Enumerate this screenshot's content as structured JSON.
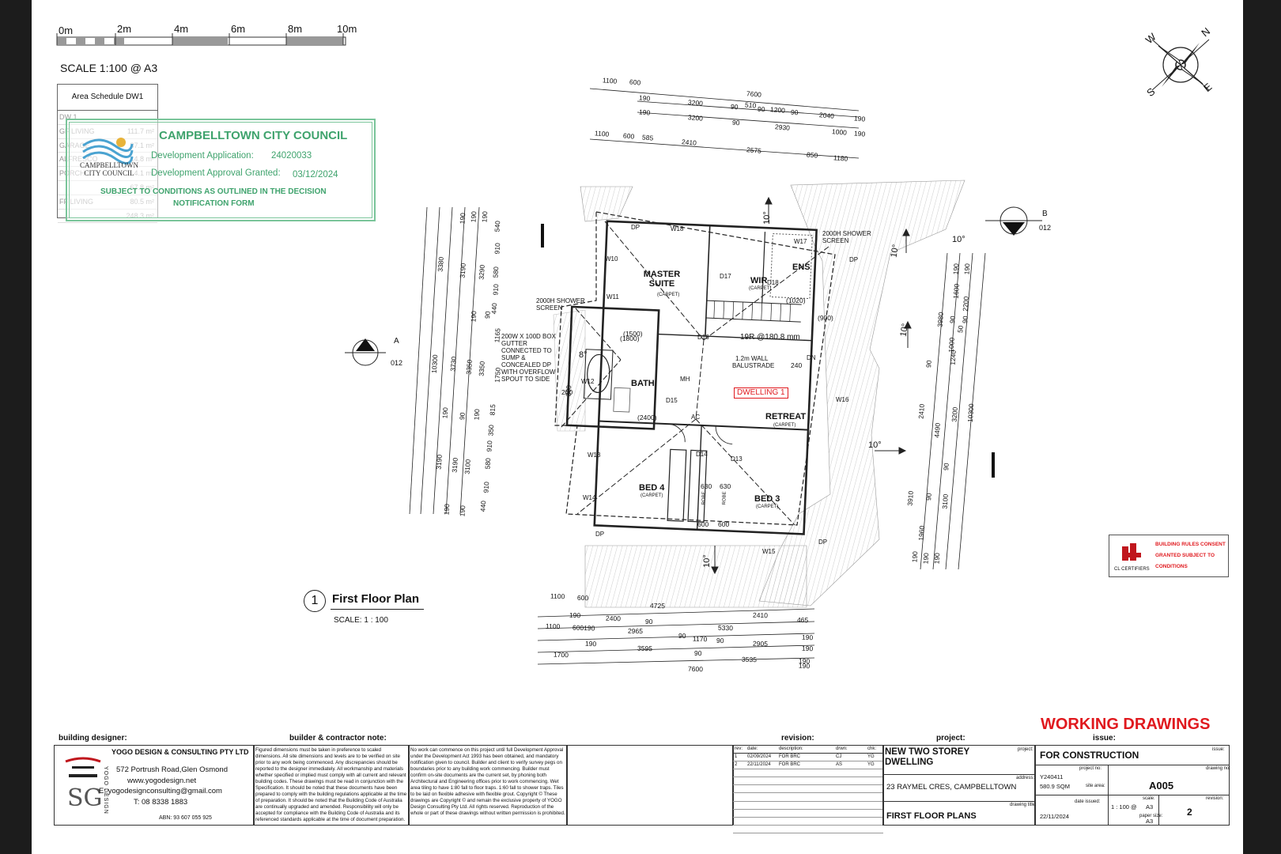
{
  "scale_bar": {
    "labels": [
      "0m",
      "2m",
      "4m",
      "6m",
      "8m",
      "10m"
    ],
    "scale_text": "SCALE 1:100  @ A3"
  },
  "area_schedule": {
    "title": "Area Schedule DW1",
    "rows": [
      {
        "name": "DW 1",
        "value": ""
      },
      {
        "name": "GF LIVING",
        "value": "111.7 m²"
      },
      {
        "name": "GARAGE",
        "value": "37.1 m²"
      },
      {
        "name": "ALFRESCO",
        "value": "14.8 m²"
      },
      {
        "name": "PORCH",
        "value": "4.1 m²"
      },
      {
        "name": "",
        "value": "67.8 m²"
      },
      {
        "name": "FF LIVING",
        "value": "80.5 m²"
      },
      {
        "name": "",
        "value": "248.3 m²"
      }
    ]
  },
  "council_stamp": {
    "logo_text": "CAMPBELLTOWN CITY COUNCIL",
    "title": "CAMPBELLTOWN CITY COUNCIL",
    "da_label": "Development Application:",
    "da_value": "24020033",
    "approval_label": "Development Approval Granted:",
    "approval_value": "03/12/2024",
    "conditions_line1": "SUBJECT TO CONDITIONS AS OUTLINED IN THE DECISION",
    "conditions_line2": "NOTIFICATION FORM"
  },
  "certifier_stamp": {
    "logo_text": "CL CERTIFIERS",
    "line1": "BUILDING RULES CONSENT",
    "line2": "GRANTED SUBJECT TO",
    "line3": "CONDITIONS"
  },
  "compass": {
    "n": "N",
    "e": "E",
    "s": "S",
    "w": "W"
  },
  "section_markers": [
    {
      "letter": "A",
      "sheet": "012"
    },
    {
      "letter": "B",
      "sheet": "012"
    }
  ],
  "plan_title": {
    "number": "1",
    "title": "First Floor Plan",
    "scale": "SCALE:   1 : 100"
  },
  "rooms": {
    "master": "MASTER SUITE",
    "master_sub": "(CARPET)",
    "wir": "WIR",
    "wir_sub": "(CARPET)",
    "ens": "ENS",
    "bath": "BATH",
    "retreat": "RETREAT",
    "retreat_sub": "(CARPET)",
    "bed4": "BED 4",
    "bed4_sub": "(CARPET)",
    "bed3": "BED 3",
    "bed3_sub": "(CARPET)",
    "dwelling": "DWELLING 1",
    "robe": "ROBE",
    "mh": "MH",
    "ac": "AC",
    "dn": "DN",
    "stair": "19R @180.8 mm",
    "balustrade1": "1.2m WALL",
    "balustrade2": "BALUSTRADE",
    "shower_top": "2000H SHOWER",
    "shower_top2": "SCREEN",
    "shower_left": "2000H SHOWER",
    "shower_left2": "SCREEN",
    "gutter": [
      "200W X 100D BOX",
      "GUTTER",
      "CONNECTED TO",
      "SUMP &",
      "CONCEALED DP",
      "WITH OVERFLOW",
      "SPOUT TO SIDE"
    ]
  },
  "tags": [
    "W18",
    "W17",
    "W10",
    "W11",
    "W12",
    "W13",
    "W14",
    "W15",
    "W16",
    "D17",
    "D18",
    "D16",
    "D15",
    "D14",
    "D13",
    "DP",
    "DP",
    "DP",
    "DP"
  ],
  "pitch_labels": [
    "10°",
    "10°",
    "10°",
    "10°",
    "10°",
    "8°",
    "10°"
  ],
  "dims_top": {
    "row1": [
      "1100",
      "600",
      "7600"
    ],
    "row2": [
      "190",
      "3200",
      "90",
      "510",
      "90",
      "1200",
      "90",
      "2040",
      "190"
    ],
    "row3": [
      "190",
      "3200",
      "90",
      "2930",
      "1000",
      "190"
    ],
    "row4": [
      "1100",
      "600",
      "585",
      "2410",
      "2575",
      "850",
      "1180"
    ]
  },
  "dims_bottom": {
    "row1": [
      "1100",
      "600",
      "4725",
      "2410",
      "465"
    ],
    "row2": [
      "190",
      "2400",
      "90",
      "5330",
      "190"
    ],
    "row3": [
      "1100",
      "600190",
      "2965",
      "90",
      "1170",
      "90",
      "2905",
      "190"
    ],
    "row4": [
      "190",
      "3595",
      "90",
      "3535",
      "190"
    ],
    "row5": [
      "1700",
      "7600",
      "190"
    ]
  },
  "dims_left": [
    "3380",
    "3190",
    "3290",
    "190",
    "190",
    "190",
    "540",
    "910",
    "580",
    "910",
    "440",
    "90",
    "190",
    "1165",
    "3730",
    "3350",
    "3350",
    "1750",
    "10300",
    "200",
    "3190",
    "3190",
    "3100",
    "190",
    "90",
    "190",
    "815",
    "350",
    "910",
    "580",
    "910",
    "440",
    "190",
    "190"
  ],
  "dims_right": [
    "190",
    "190",
    "3980",
    "1600",
    "2200",
    "1000",
    "90",
    "90",
    "1240",
    "50",
    "90",
    "2410",
    "4490",
    "3200",
    "10300",
    "90",
    "3910",
    "90",
    "3100",
    "1960",
    "190",
    "190",
    "190"
  ],
  "misc_dims": [
    "200",
    "630",
    "630",
    "600",
    "600",
    "240",
    "(1800)",
    "(2400)",
    "(1500)",
    "(1020)",
    "(900)"
  ],
  "title_block": {
    "designer_label": "building designer:",
    "company": "YOGO DESIGN & CONSULTING PTY LTD",
    "address": "572 Portrush Road,Glen Osmond",
    "web": "www.yogodesign.net",
    "email": "E: yogodesignconsulting@gmail.com",
    "phone": "T: 08 8338 1883",
    "abn": "ABN: 93 607 055 925",
    "logo_side": "YOGO DESIGN",
    "builder_label": "builder & contractor note:",
    "note1": "Figured dimensions must be taken in preference to scaled dimensions. All site dimensions and levels are to be verified on site prior to any work being commenced. Any discrepancies should be reported to the designer immediately. All workmanship and materials whether specified or implied must comply with all current and relevant building codes. These drawings must be read in conjunction with the Specification. It should be noted that these documents have been prepared to comply with the building regulations applicable at the time of preparation. It should be noted that the Building Code of Australia are continually upgraded and amended. Responsibility will only be accepted for compliance with the Building Code of Australia and its referenced standards applicable at the time of document preparation.",
    "note2": "No work can commence on this project until full Development Approval under the Development Act 1993 has been obtained, and mandatory notification given to council. Builder and client to verify survey pegs on boundaries prior to any building work commencing. Builder must confirm on-site documents are the current set, by phoning both Architectural and Engineering offices prior to work commencing. Wet area tiling to have 1:80 fall to floor traps. 1:60 fall to shower traps. Tiles to be laid on flexible adhesive with flexible grout. Copyright © These drawings are Copyright © and remain the exclusive property of YOGO Design Consulting Pty Ltd. All rights reserved. Reproduction of the whole or part of these drawings without written permission is prohibited.",
    "revision_label": "revision:",
    "rev_headers": [
      "rev:",
      "date:",
      "description:",
      "drwn:",
      "chk:"
    ],
    "revisions": [
      [
        "1",
        "02/09/2024",
        "FOR BRC",
        "CJ",
        "YG"
      ],
      [
        "2",
        "22/11/2024",
        "FOR BRC",
        "AS",
        "YG"
      ]
    ],
    "project_label": "project:",
    "project_small": "project:",
    "project": "NEW TWO STOREY DWELLING",
    "address_small": "address:",
    "site_address": "23 RAYMEL CRES, CAMPBELLTOWN",
    "drawing_title_small": "drawing title:",
    "drawing_title": "FIRST FLOOR PLANS",
    "issue_label": "issue:",
    "working": "WORKING DRAWINGS",
    "issue_small": "issue:",
    "issue": "FOR CONSTRUCTION",
    "project_no_label": "project no:",
    "project_no": "Y240411",
    "site_area_label": "site area:",
    "site_area": "580.9 SQM",
    "drawing_no_label": "drawing no:",
    "drawing_no": "A005",
    "date_issued_label": "date issued:",
    "date_issued": "22/11/2024",
    "scale_label": "scale:",
    "scale": "1 : 100 @",
    "scale2": "A3",
    "revision_small": "revision:",
    "revision": "2",
    "paper_label": "paper size:",
    "paper": "A3"
  }
}
